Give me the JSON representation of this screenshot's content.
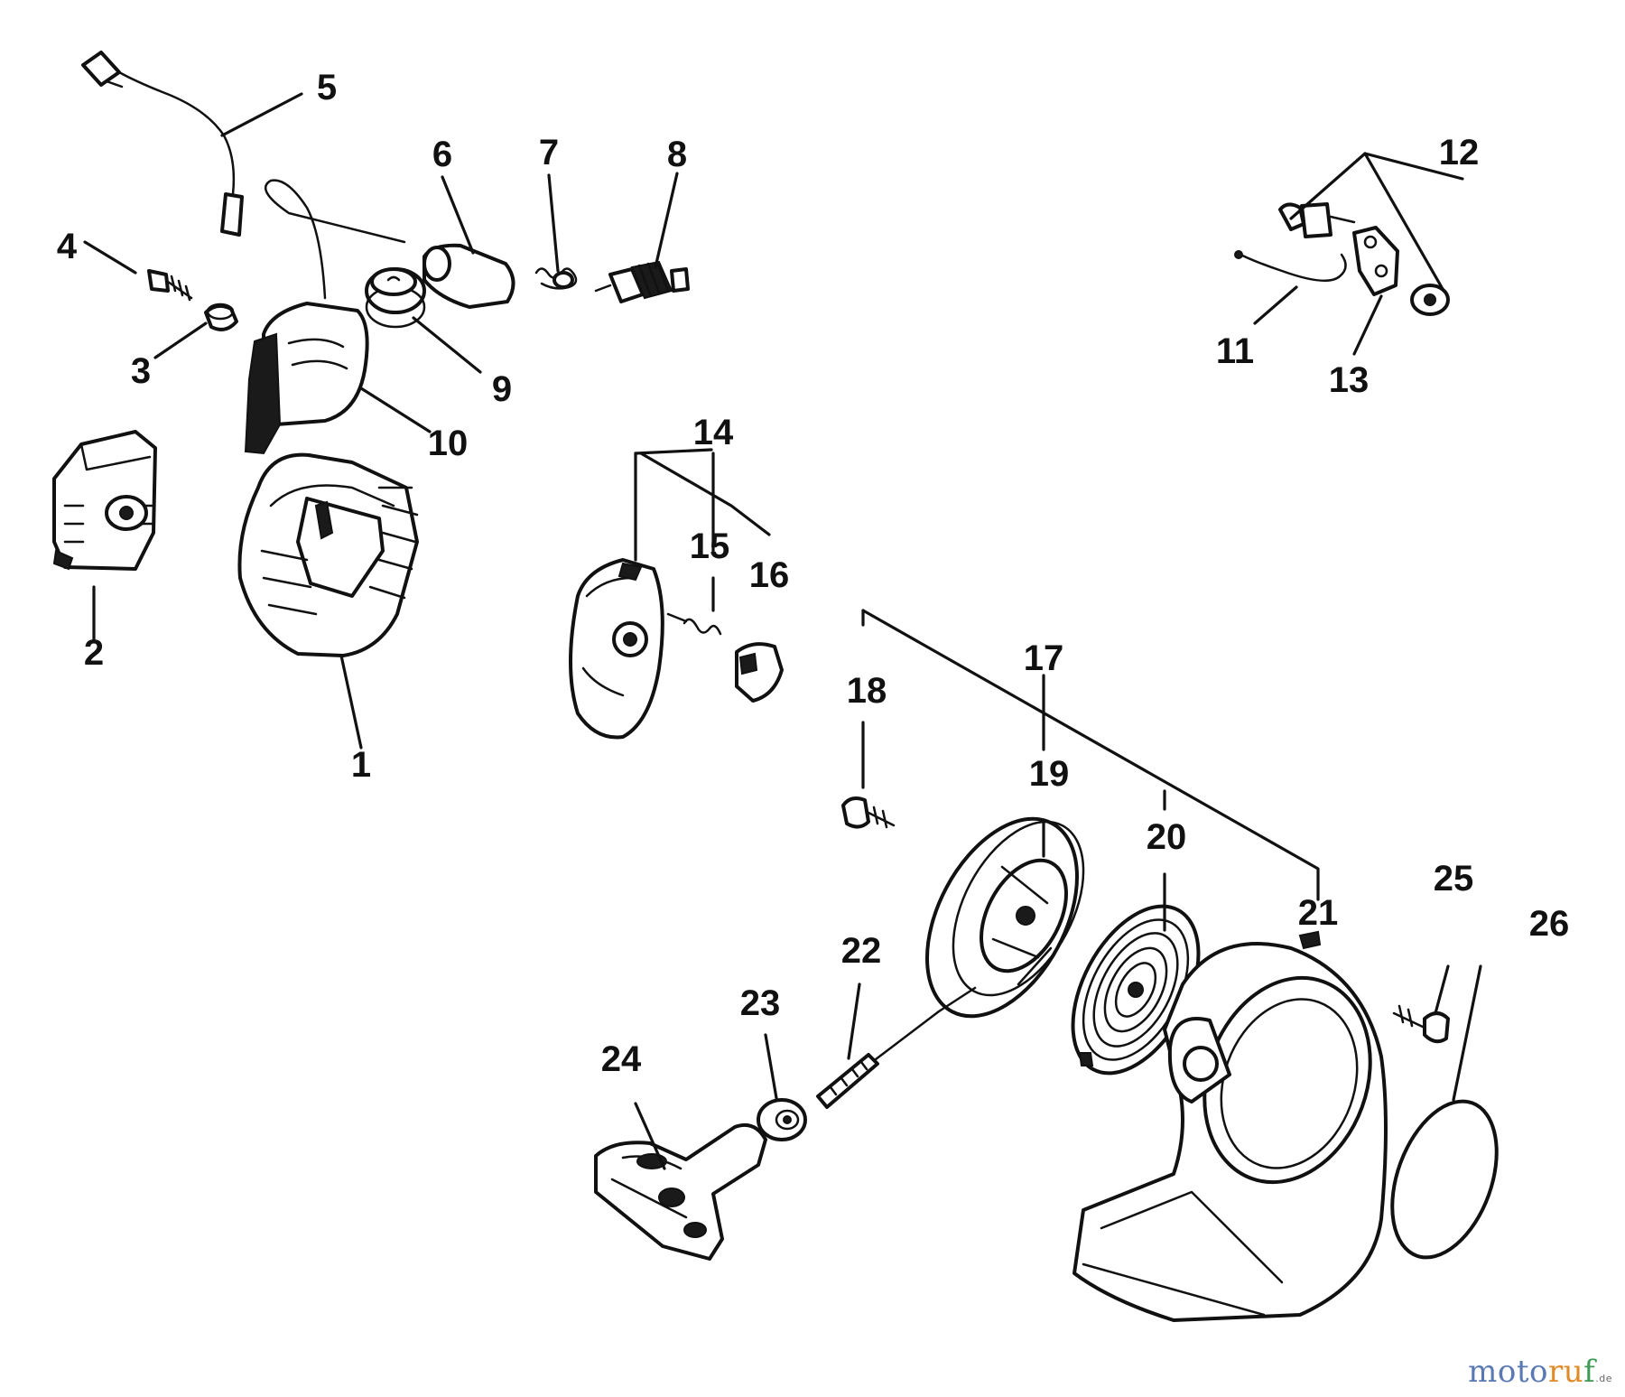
{
  "diagram": {
    "callouts": [
      "1",
      "2",
      "3",
      "4",
      "5",
      "6",
      "7",
      "8",
      "9",
      "10",
      "11",
      "12",
      "13",
      "14",
      "15",
      "16",
      "17",
      "18",
      "19",
      "20",
      "21",
      "22",
      "23",
      "24",
      "25",
      "26"
    ]
  },
  "watermark": {
    "part1": "moto",
    "part2": "ru",
    "part3": "f",
    "tld": ".de"
  },
  "colors": {
    "ink": "#111111",
    "background": "#ffffff",
    "watermark_blue": "#5a78b4",
    "watermark_orange": "#e08b2a",
    "watermark_green": "#3f9a55"
  }
}
